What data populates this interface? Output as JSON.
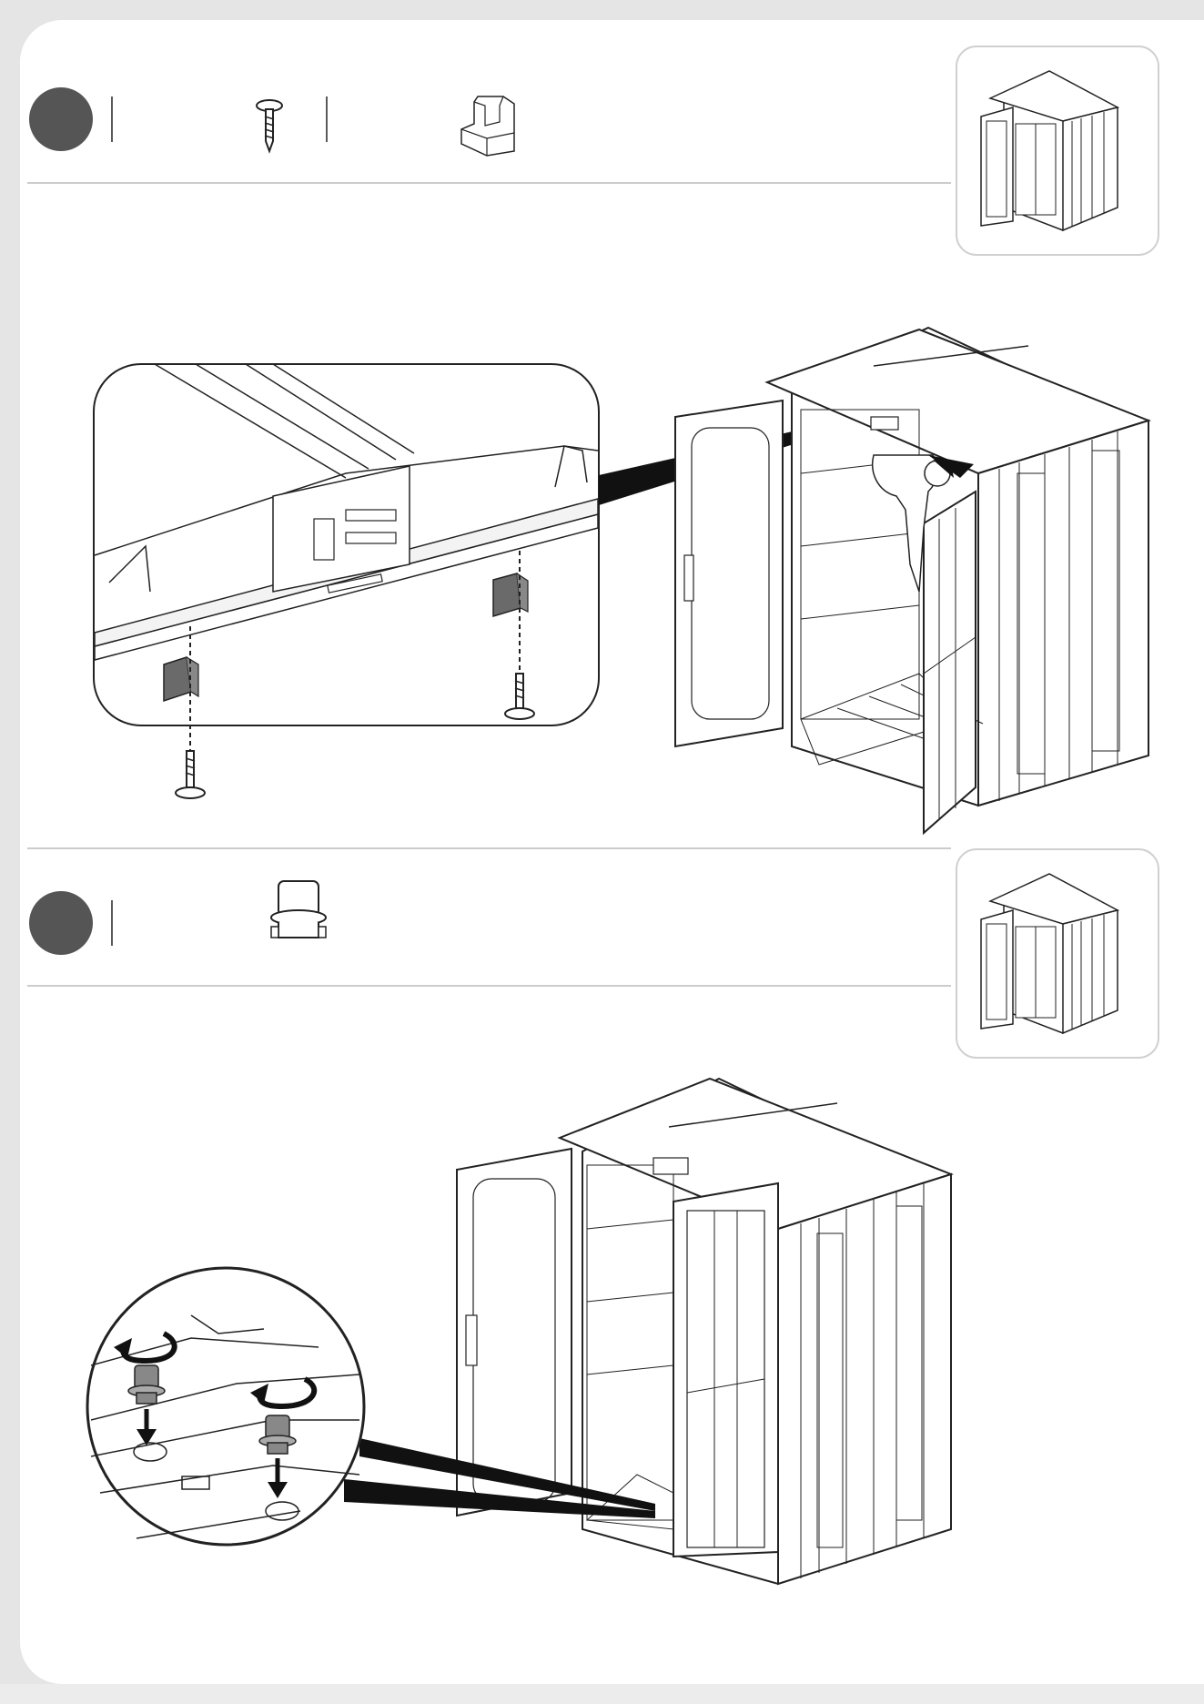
{
  "document": {
    "type": "assembly-instructions",
    "steps": [
      {
        "index": 1,
        "number_label": "",
        "parts": [
          {
            "icon": "screw-icon"
          },
          {
            "icon": "bracket-clip-icon"
          }
        ],
        "views": [
          "detail-inset",
          "shed-overview",
          "thumbnail-reference"
        ]
      },
      {
        "index": 2,
        "number_label": "",
        "parts": [
          {
            "icon": "floor-peg-icon"
          }
        ],
        "views": [
          "round-detail-inset",
          "shed-overview",
          "thumbnail-reference"
        ]
      }
    ],
    "footer": ""
  },
  "colors": {
    "step_badge": "#555555",
    "bracket_fill": "#6a6a6a",
    "line": "#222222",
    "divider": "#cccccc",
    "page_bg": "#e5e5e5"
  }
}
